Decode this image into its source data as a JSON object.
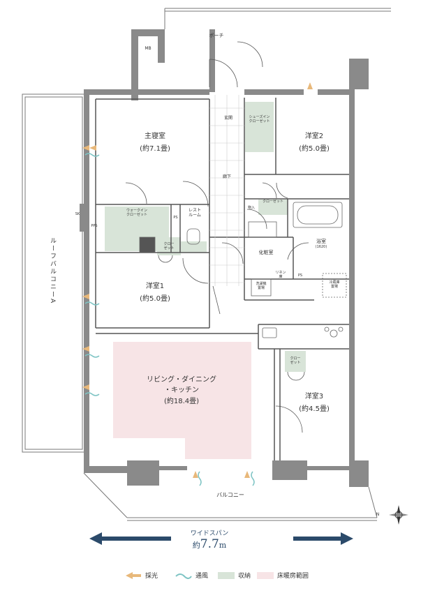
{
  "rooms": {
    "porch": "ポーチ",
    "mb": "MB",
    "master_bedroom": "主寝室",
    "master_bedroom_size": "(約7.1畳)",
    "entrance": "玄関",
    "shoes_in_closet": "シューズイン\nクローゼット",
    "room2": "洋室2",
    "room2_size": "(約5.0畳)",
    "hallway": "廊下",
    "storage": "物入",
    "closet_a": "クローゼット",
    "walk_in_closet": "ウォークイン\nクローゼット",
    "ps1": "PS",
    "restroom": "レスト\nルーム",
    "sk": "SK",
    "pps": "PPS",
    "closet_b": "クロー\nゼット",
    "bathroom": "浴室",
    "bathroom_size": "(1620)",
    "powder_room": "化粧室",
    "linen": "リネン\n庫",
    "ps2": "PS",
    "washer": "洗濯機\n置場",
    "fridge": "冷蔵庫\n置場",
    "room1": "洋室1",
    "room1_size": "(約5.0畳)",
    "living": "リビング・ダイニング\n・キッチン",
    "living_size": "(約18.4畳)",
    "closet_c": "クロー\nゼット",
    "room3": "洋室3",
    "room3_size": "(約4.5畳)",
    "balcony": "バルコニー",
    "roof_balcony": "ルーフバルコニーA"
  },
  "span": {
    "label": "ワイドスパン",
    "prefix": "約",
    "value": "7.7",
    "unit": "m"
  },
  "compass": {
    "north": "N"
  },
  "legend": [
    {
      "key": "light",
      "label": "採光",
      "color": "#e8b87a"
    },
    {
      "key": "ventilation",
      "label": "通風",
      "color": "#7ec4c4"
    },
    {
      "key": "storage",
      "label": "収納",
      "color": "#d8e4d8"
    },
    {
      "key": "floor_heating",
      "label": "床暖房範囲",
      "color": "#f7e4e6"
    }
  ],
  "colors": {
    "wall": "#8a8a8a",
    "line": "#555555",
    "arrow": "#2b4a6a",
    "storage_fill": "#d8e4d8",
    "heating_fill": "#f7e4e6"
  }
}
